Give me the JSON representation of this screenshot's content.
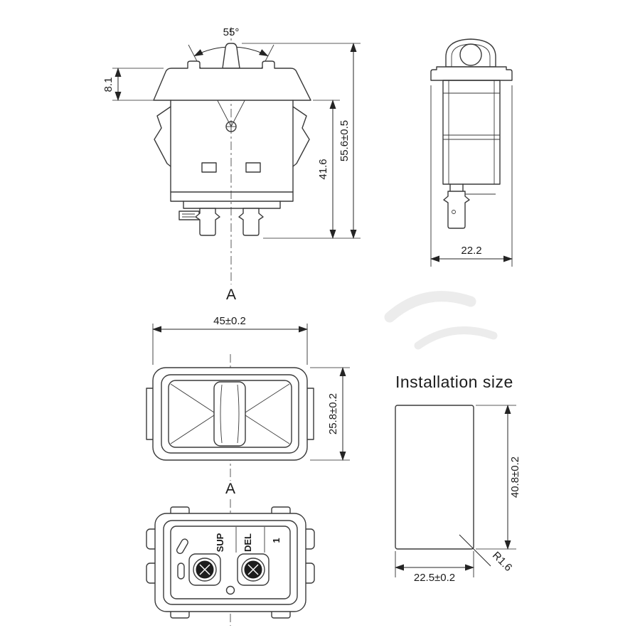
{
  "views": {
    "front": {
      "angle_label": "55°",
      "dim_cap_height": "8.1",
      "dim_body_height": "41.6",
      "dim_total_height": "55.6±0.5",
      "axis_label": "A"
    },
    "side": {
      "dim_width": "22.2"
    },
    "face": {
      "dim_width": "45±0.2",
      "dim_height": "25.8±0.2",
      "axis_label": "A"
    },
    "bottom": {
      "terminal_labels": [
        "SUP",
        "DEL",
        "1"
      ]
    },
    "installation": {
      "heading": "Installation size",
      "dim_height": "40.8±0.2",
      "dim_width": "22.5±0.2",
      "corner_radius": "R1.6"
    }
  },
  "colors": {
    "line": "#3a3a3a",
    "background": "#ffffff"
  }
}
